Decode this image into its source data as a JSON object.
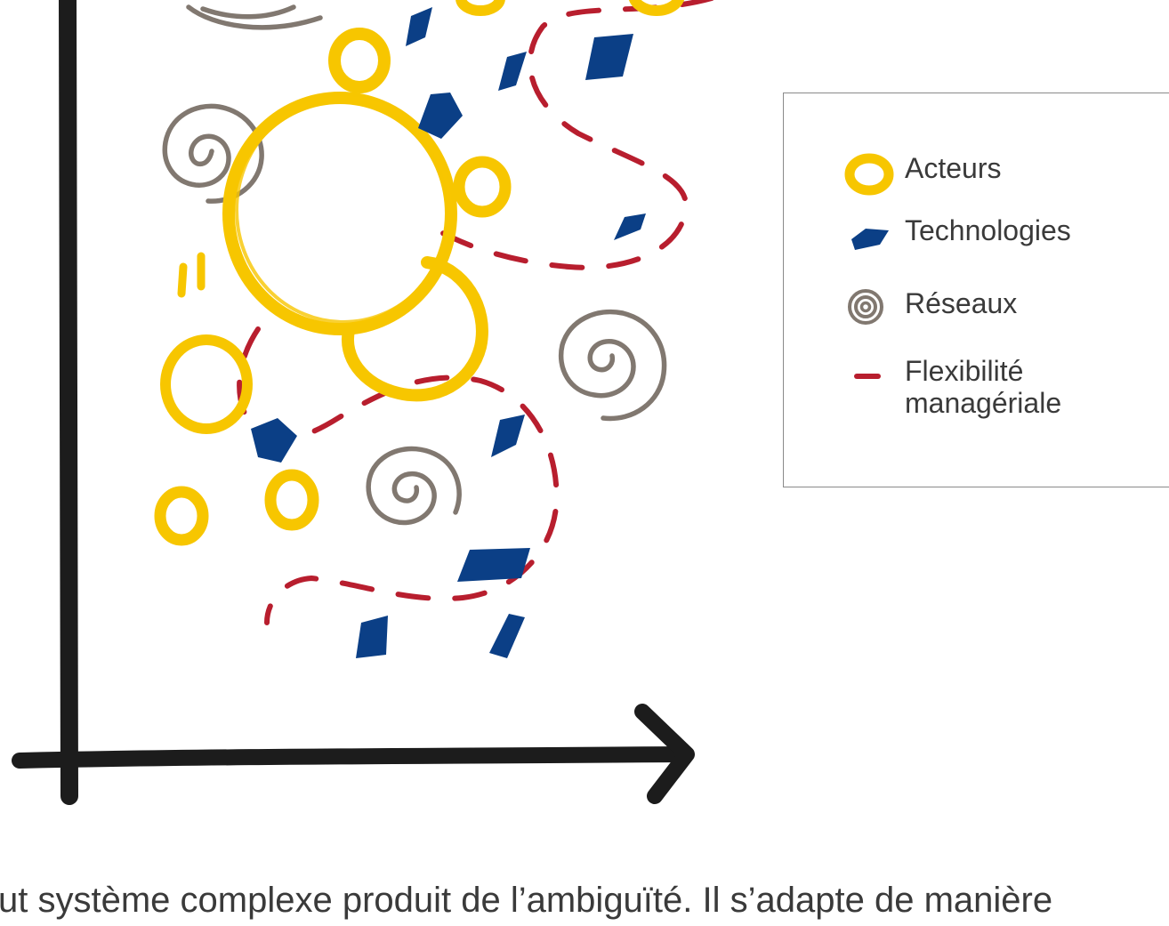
{
  "legend": {
    "items": [
      {
        "label": "Acteurs",
        "icon": "yellow-ring-icon",
        "color": "#F7C600"
      },
      {
        "label": "Technologies",
        "icon": "blue-diamond-icon",
        "color": "#0B3F86"
      },
      {
        "label": "Réseaux",
        "icon": "grey-spiral-icon",
        "color": "#817870"
      },
      {
        "label": "Flexibilité",
        "label2": "managériale",
        "icon": "red-dash-icon",
        "color": "#B81E2E"
      }
    ]
  },
  "caption": "ut système complexe produit de l’ambiguïté. Il s’adapte de manière",
  "colors": {
    "actors": "#F7C600",
    "technologies": "#0B3F86",
    "networks": "#817870",
    "flexibility": "#B81E2E",
    "axis": "#1c1c1c"
  }
}
